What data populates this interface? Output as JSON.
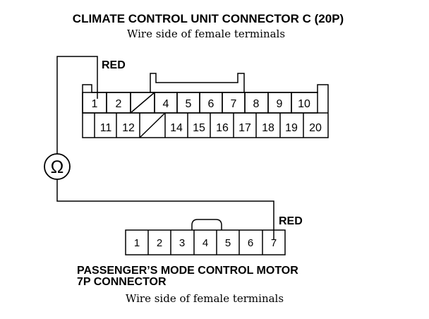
{
  "connector_c": {
    "title": "CLIMATE CONTROL UNIT CONNECTOR C (20P)",
    "subtitle": "Wire side of female terminals",
    "wire_label": "RED",
    "top_row": [
      "1",
      "2",
      "",
      "4",
      "5",
      "6",
      "7",
      "8",
      "9",
      "10"
    ],
    "bottom_row": [
      "",
      "11",
      "12",
      "",
      "14",
      "15",
      "16",
      "17",
      "18",
      "19",
      "20"
    ]
  },
  "meter": {
    "symbol": "Ω",
    "icon": "ohmmeter-icon"
  },
  "motor_connector": {
    "title_line1": "PASSENGER’S MODE CONTROL MOTOR",
    "title_line2": "7P CONNECTOR",
    "subtitle": "Wire side of female terminals",
    "wire_label": "RED",
    "pins": [
      "1",
      "2",
      "3",
      "4",
      "5",
      "6",
      "7"
    ]
  },
  "colors": {
    "line": "#000000",
    "background": "#ffffff"
  }
}
